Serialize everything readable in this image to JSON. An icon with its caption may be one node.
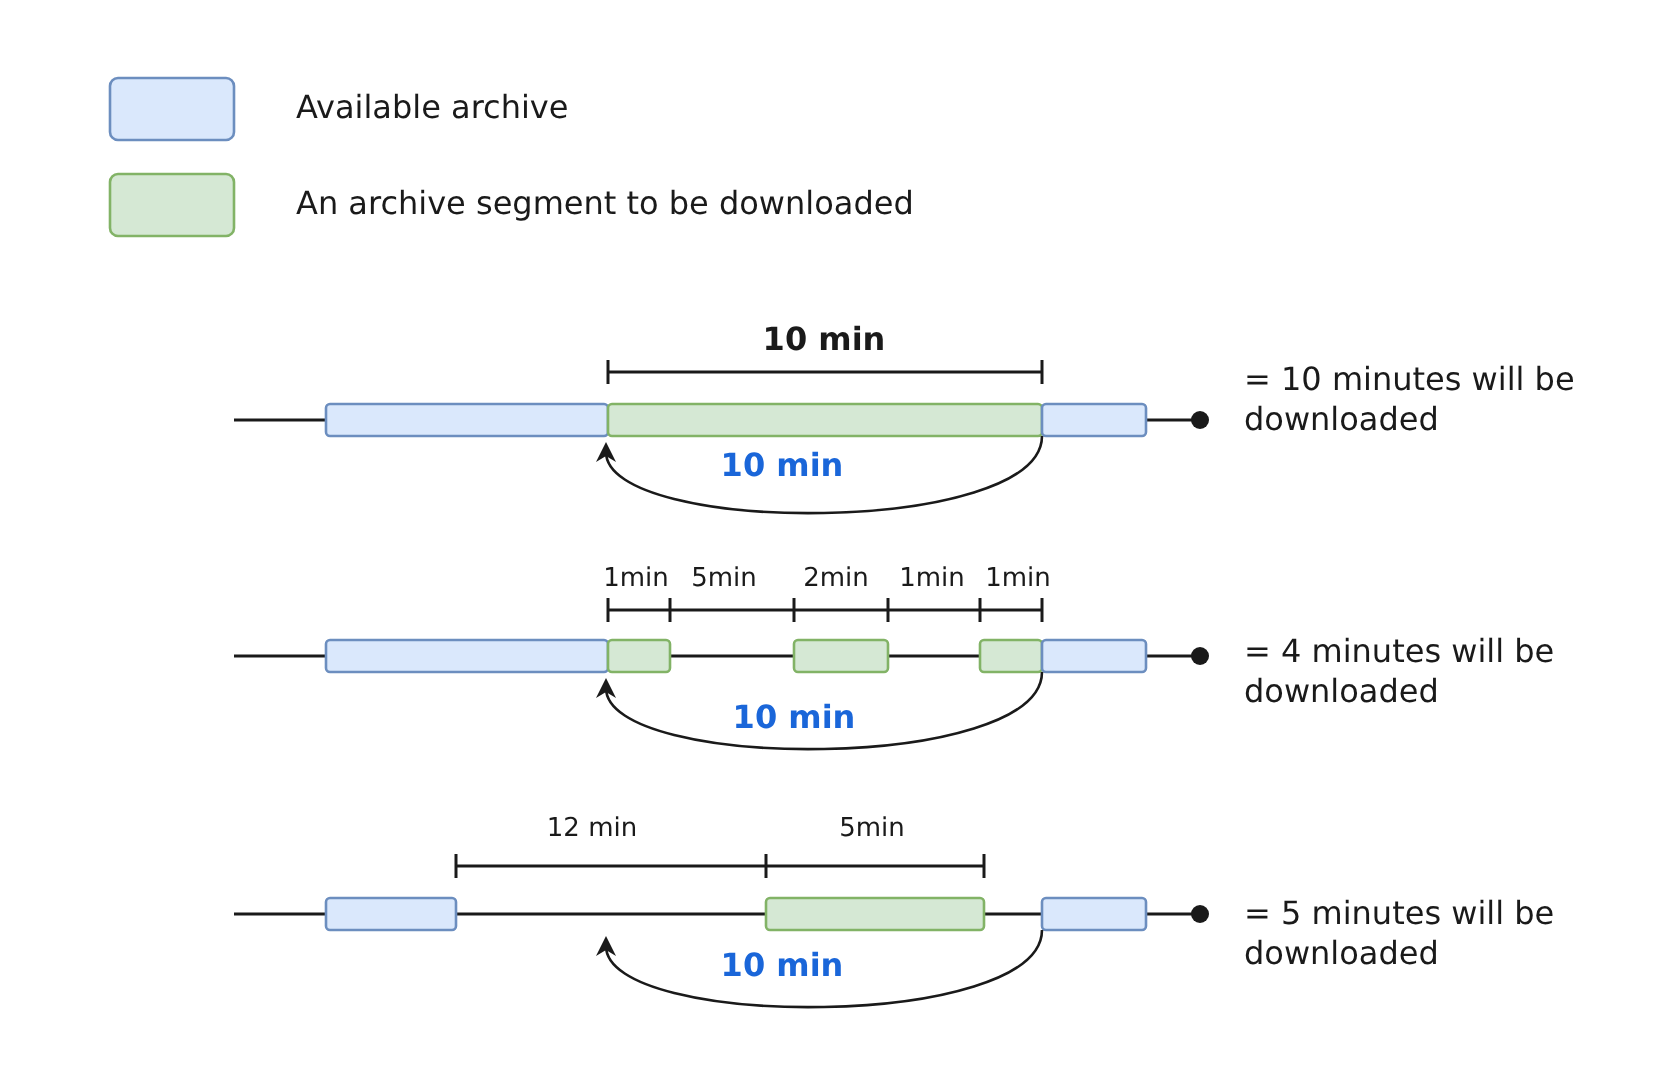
{
  "diagram": {
    "labels": [
      "10 min",
      "= 10 minutes will be downloaded",
      "10 min",
      "1min",
      "5min",
      "2min",
      "1min",
      "1min",
      "= 4 minutes will be downloaded",
      "10 min",
      "12 min",
      "5min",
      "= 5 minutes will be downloaded",
      "10 min"
    ],
    "legend": [
      {
        "text": "Available archive",
        "color": "#dae8fc"
      },
      {
        "text": "An archive segment to be downloaded",
        "color": "#d5e8d4"
      }
    ]
  }
}
